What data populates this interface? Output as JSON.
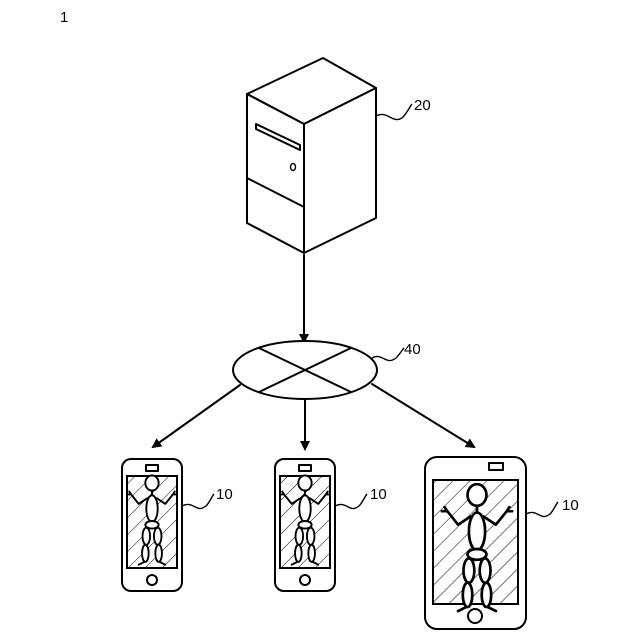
{
  "figure": {
    "number": "1"
  },
  "server": {
    "ref": "20"
  },
  "network": {
    "ref": "40"
  },
  "devices": [
    {
      "ref": "10",
      "kind": "phone"
    },
    {
      "ref": "10",
      "kind": "phone"
    },
    {
      "ref": "10",
      "kind": "tablet"
    }
  ],
  "icons": {
    "server": "server-tower-icon",
    "network": "network-cloud-icon",
    "device": "mobile-device-icon",
    "figure": "human-skeleton-icon"
  },
  "colors": {
    "line": "#000000",
    "background": "#ffffff"
  }
}
